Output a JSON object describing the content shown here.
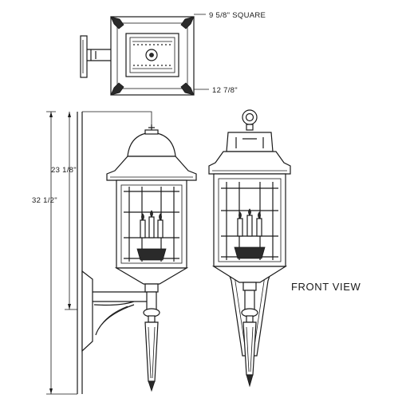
{
  "dimensions": {
    "top_square": "9 5/8\" SQUARE",
    "top_depth": "12 7/8\"",
    "lantern_height": "23 1/8\"",
    "overall_height": "32 1/2\""
  },
  "labels": {
    "front_view": "FRONT VIEW"
  },
  "colors": {
    "line": "#1a1a1a",
    "background": "#ffffff"
  }
}
